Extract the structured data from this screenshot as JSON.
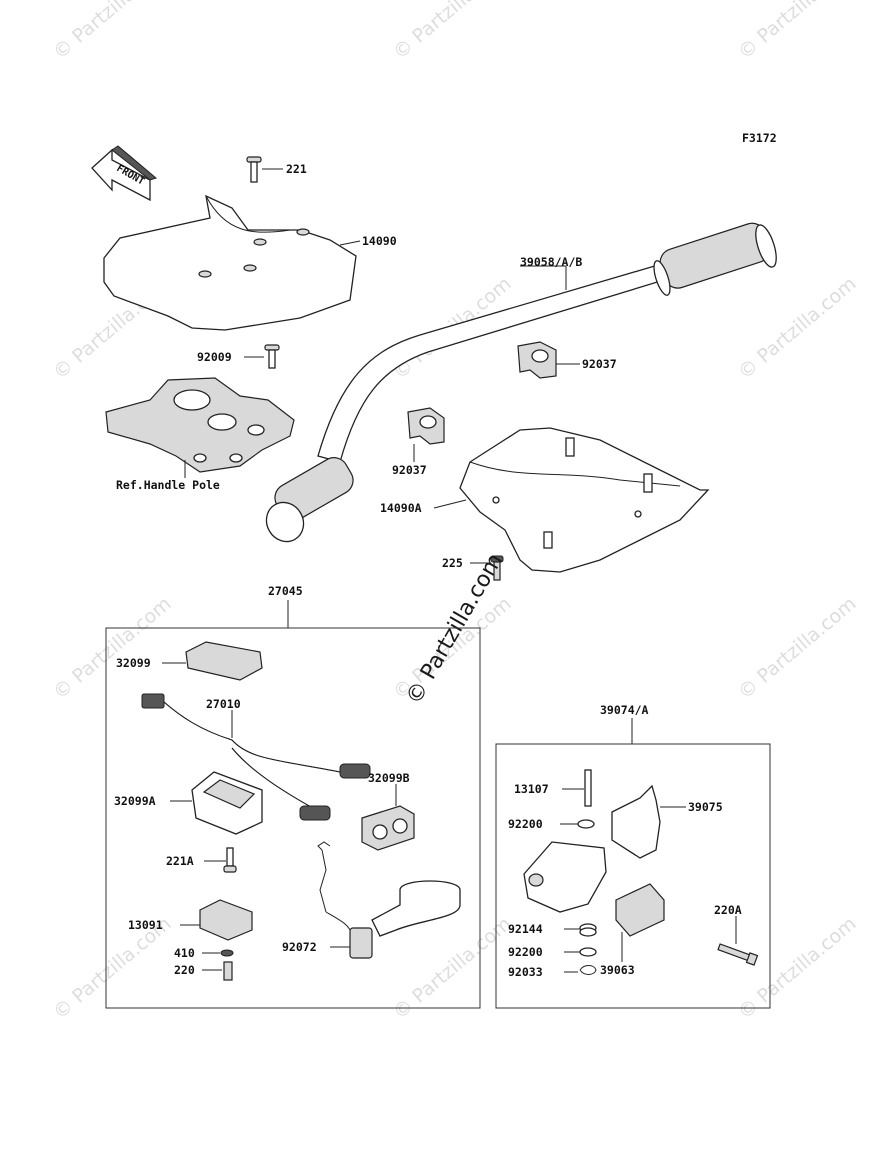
{
  "figure_code": "F3172",
  "front_label": "FRONT",
  "watermark": "© Partzilla.com",
  "center_watermark": "© Partzilla.com",
  "labels": {
    "p221": "221",
    "p14090": "14090",
    "p39058": "39058/A/B",
    "p92009": "92009",
    "p92037a": "92037",
    "p92037b": "92037",
    "ref_handle_pole": "Ref.Handle Pole",
    "p14090a": "14090A",
    "p225": "225",
    "p27045": "27045",
    "p32099": "32099",
    "p27010": "27010",
    "p32099b": "32099B",
    "p32099a": "32099A",
    "p221a": "221A",
    "p13091": "13091",
    "p410": "410",
    "p220": "220",
    "p92072": "92072",
    "p39074": "39074/A",
    "p13107": "13107",
    "p39075": "39075",
    "p92200a": "92200",
    "p92144": "92144",
    "p92200b": "92200",
    "p92033": "92033",
    "p39063": "39063",
    "p220a": "220A"
  }
}
